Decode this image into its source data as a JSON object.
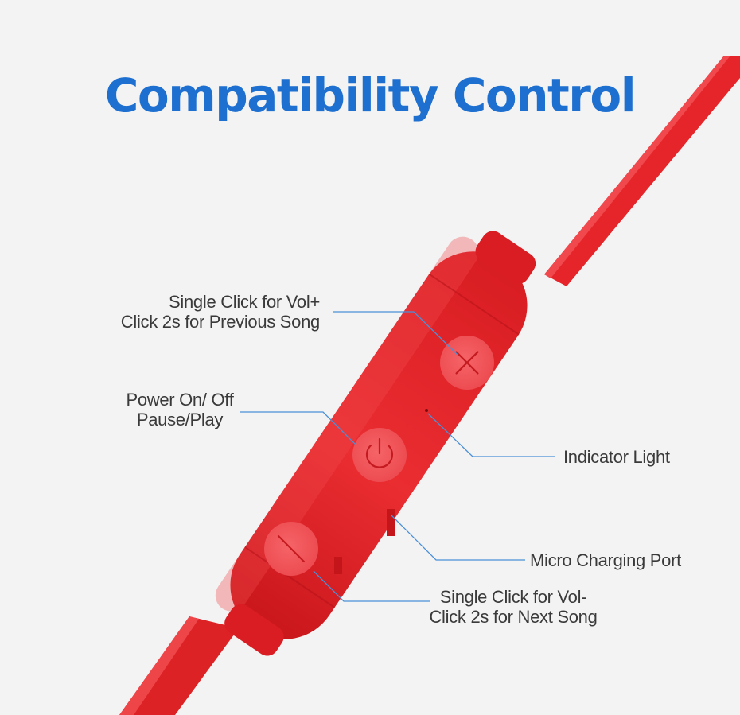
{
  "title": "Compatibility Control",
  "callouts": {
    "vol_up": {
      "line1": "Single Click for Vol+",
      "line2": "Click 2s for Previous Song"
    },
    "power": {
      "line1": "Power On/ Off",
      "line2": "Pause/Play"
    },
    "indicator": {
      "line1": "Indicator Light"
    },
    "charging": {
      "line1": "Micro Charging Port"
    },
    "vol_down": {
      "line1": "Single Click for Vol-",
      "line2": "Click 2s for Next Song"
    }
  },
  "colors": {
    "background": "#f3f3f3",
    "title": "#1d6fd0",
    "product_red": "#e8262b",
    "button_red": "#f1565a",
    "leader_line": "#4a90d9"
  },
  "icons": [
    "plus-icon",
    "power-icon",
    "minus-icon"
  ]
}
